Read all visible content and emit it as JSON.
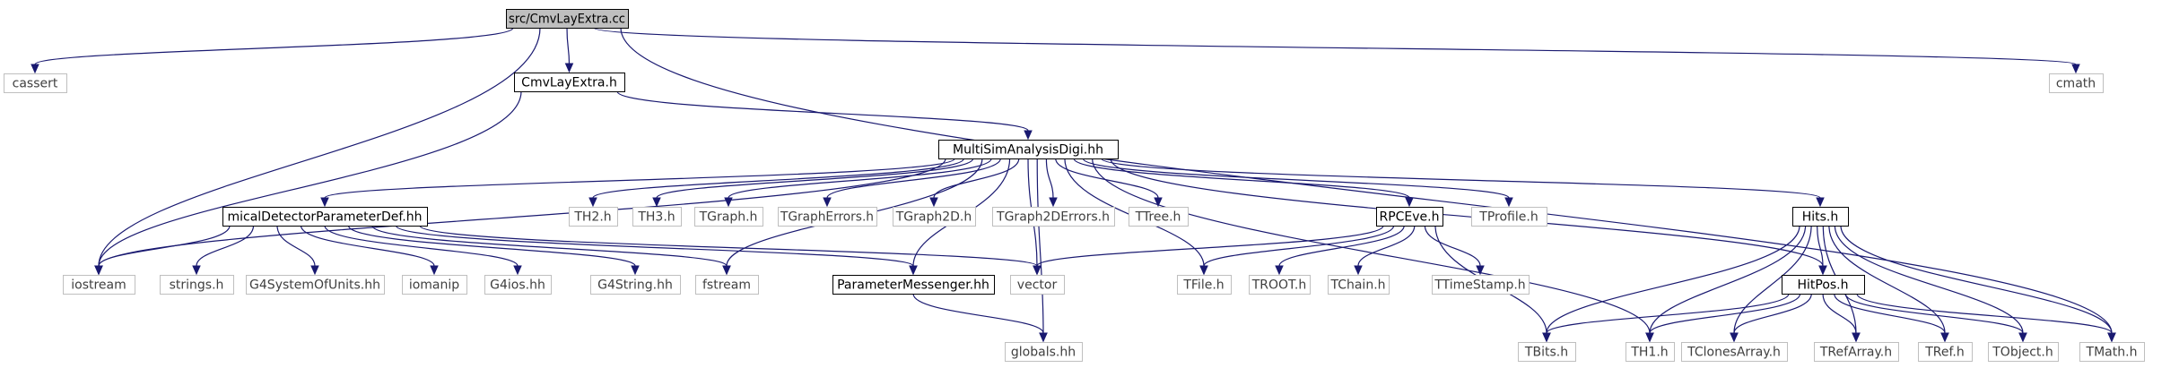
{
  "colors": {
    "edge": "#191970",
    "root_fill": "#bfbfbf",
    "root_border": "#000000",
    "project_border": "#000000",
    "external_border": "#bfbfbf",
    "external_text": "#3f3f3f",
    "project_text": "#000000"
  },
  "nodes": [
    {
      "id": "root",
      "label": "src/CmvLayExtra.cc",
      "kind": "root"
    },
    {
      "id": "cassert",
      "label": "cassert",
      "kind": "external"
    },
    {
      "id": "cmvlay_h",
      "label": "CmvLayExtra.h",
      "kind": "project"
    },
    {
      "id": "cmath",
      "label": "cmath",
      "kind": "external"
    },
    {
      "id": "multisim",
      "label": "MultiSimAnalysisDigi.hh",
      "kind": "project"
    },
    {
      "id": "mical",
      "label": "micalDetectorParameterDef.hh",
      "kind": "project"
    },
    {
      "id": "th2",
      "label": "TH2.h",
      "kind": "external"
    },
    {
      "id": "th3",
      "label": "TH3.h",
      "kind": "external"
    },
    {
      "id": "tgraph",
      "label": "TGraph.h",
      "kind": "external"
    },
    {
      "id": "tgrapherrors",
      "label": "TGraphErrors.h",
      "kind": "external"
    },
    {
      "id": "tgraph2d",
      "label": "TGraph2D.h",
      "kind": "external"
    },
    {
      "id": "tgraph2derrors",
      "label": "TGraph2DErrors.h",
      "kind": "external"
    },
    {
      "id": "ttree",
      "label": "TTree.h",
      "kind": "external"
    },
    {
      "id": "rpceve",
      "label": "RPCEve.h",
      "kind": "project"
    },
    {
      "id": "tprofile",
      "label": "TProfile.h",
      "kind": "external"
    },
    {
      "id": "hits",
      "label": "Hits.h",
      "kind": "project"
    },
    {
      "id": "iostream",
      "label": "iostream",
      "kind": "external"
    },
    {
      "id": "strings",
      "label": "strings.h",
      "kind": "external"
    },
    {
      "id": "g4units",
      "label": "G4SystemOfUnits.hh",
      "kind": "external"
    },
    {
      "id": "iomanip",
      "label": "iomanip",
      "kind": "external"
    },
    {
      "id": "g4ios",
      "label": "G4ios.hh",
      "kind": "external"
    },
    {
      "id": "g4string",
      "label": "G4String.hh",
      "kind": "external"
    },
    {
      "id": "fstream",
      "label": "fstream",
      "kind": "external"
    },
    {
      "id": "parammsg",
      "label": "ParameterMessenger.hh",
      "kind": "project"
    },
    {
      "id": "vector",
      "label": "vector",
      "kind": "external"
    },
    {
      "id": "tfile",
      "label": "TFile.h",
      "kind": "external"
    },
    {
      "id": "troot",
      "label": "TROOT.h",
      "kind": "external"
    },
    {
      "id": "tchain",
      "label": "TChain.h",
      "kind": "external"
    },
    {
      "id": "ttimestamp",
      "label": "TTimeStamp.h",
      "kind": "external"
    },
    {
      "id": "hitpos",
      "label": "HitPos.h",
      "kind": "project"
    },
    {
      "id": "globals",
      "label": "globals.hh",
      "kind": "external"
    },
    {
      "id": "tbits",
      "label": "TBits.h",
      "kind": "external"
    },
    {
      "id": "th1",
      "label": "TH1.h",
      "kind": "external"
    },
    {
      "id": "tclonesarray",
      "label": "TClonesArray.h",
      "kind": "external"
    },
    {
      "id": "trefarray",
      "label": "TRefArray.h",
      "kind": "external"
    },
    {
      "id": "tref",
      "label": "TRef.h",
      "kind": "external"
    },
    {
      "id": "tobject",
      "label": "TObject.h",
      "kind": "external"
    },
    {
      "id": "tmath",
      "label": "TMath.h",
      "kind": "external"
    }
  ],
  "edges": [
    {
      "from": "root",
      "to": "cassert"
    },
    {
      "from": "root",
      "to": "cmvlay_h"
    },
    {
      "from": "root",
      "to": "cmath"
    },
    {
      "from": "root",
      "to": "iostream"
    },
    {
      "from": "root",
      "to": "tmath"
    },
    {
      "from": "cmvlay_h",
      "to": "multisim"
    },
    {
      "from": "cmvlay_h",
      "to": "iostream"
    },
    {
      "from": "multisim",
      "to": "mical"
    },
    {
      "from": "multisim",
      "to": "th2"
    },
    {
      "from": "multisim",
      "to": "th3"
    },
    {
      "from": "multisim",
      "to": "tgraph"
    },
    {
      "from": "multisim",
      "to": "tgrapherrors"
    },
    {
      "from": "multisim",
      "to": "tgraph2d"
    },
    {
      "from": "multisim",
      "to": "tgraph2derrors"
    },
    {
      "from": "multisim",
      "to": "ttree"
    },
    {
      "from": "multisim",
      "to": "rpceve"
    },
    {
      "from": "multisim",
      "to": "tprofile"
    },
    {
      "from": "multisim",
      "to": "hits"
    },
    {
      "from": "multisim",
      "to": "iostream"
    },
    {
      "from": "multisim",
      "to": "fstream"
    },
    {
      "from": "multisim",
      "to": "parammsg"
    },
    {
      "from": "multisim",
      "to": "vector"
    },
    {
      "from": "multisim",
      "to": "tfile"
    },
    {
      "from": "multisim",
      "to": "globals"
    },
    {
      "from": "multisim",
      "to": "th1"
    },
    {
      "from": "multisim",
      "to": "hitpos"
    },
    {
      "from": "mical",
      "to": "iostream"
    },
    {
      "from": "mical",
      "to": "strings"
    },
    {
      "from": "mical",
      "to": "g4units"
    },
    {
      "from": "mical",
      "to": "iomanip"
    },
    {
      "from": "mical",
      "to": "g4ios"
    },
    {
      "from": "mical",
      "to": "g4string"
    },
    {
      "from": "mical",
      "to": "fstream"
    },
    {
      "from": "mical",
      "to": "parammsg"
    },
    {
      "from": "mical",
      "to": "vector"
    },
    {
      "from": "parammsg",
      "to": "globals"
    },
    {
      "from": "rpceve",
      "to": "vector"
    },
    {
      "from": "rpceve",
      "to": "tfile"
    },
    {
      "from": "rpceve",
      "to": "troot"
    },
    {
      "from": "rpceve",
      "to": "tchain"
    },
    {
      "from": "rpceve",
      "to": "ttimestamp"
    },
    {
      "from": "rpceve",
      "to": "tbits"
    },
    {
      "from": "hits",
      "to": "hitpos"
    },
    {
      "from": "hits",
      "to": "tbits"
    },
    {
      "from": "hits",
      "to": "th1"
    },
    {
      "from": "hits",
      "to": "tclonesarray"
    },
    {
      "from": "hits",
      "to": "trefarray"
    },
    {
      "from": "hits",
      "to": "tref"
    },
    {
      "from": "hits",
      "to": "tobject"
    },
    {
      "from": "hits",
      "to": "tmath"
    },
    {
      "from": "hitpos",
      "to": "tbits"
    },
    {
      "from": "hitpos",
      "to": "th1"
    },
    {
      "from": "hitpos",
      "to": "tclonesarray"
    },
    {
      "from": "hitpos",
      "to": "trefarray"
    },
    {
      "from": "hitpos",
      "to": "tref"
    },
    {
      "from": "hitpos",
      "to": "tobject"
    },
    {
      "from": "hitpos",
      "to": "tmath"
    }
  ]
}
